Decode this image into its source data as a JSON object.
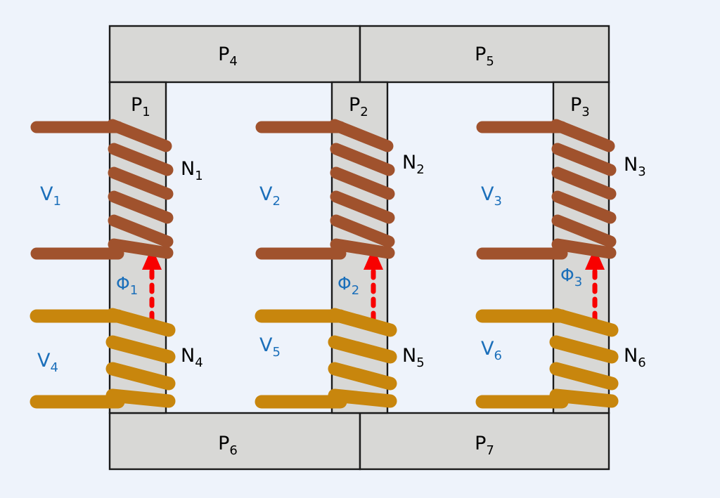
{
  "figure": {
    "type": "three-limb transformer magnetic circuit diagram",
    "background_color": "#eef3fb",
    "core_fill": "#d8d8d6",
    "core_stroke": "#1a1a1a",
    "primary_winding_color": "#a0522d",
    "secondary_winding_color": "#c8860d",
    "flux_color": "#f80000",
    "voltage_label_color": "#1b6fba",
    "turns_label_color": "#000000"
  },
  "core_sections": {
    "limbs": [
      {
        "id": "P1",
        "label": "P",
        "sub": "1"
      },
      {
        "id": "P2",
        "label": "P",
        "sub": "2"
      },
      {
        "id": "P3",
        "label": "P",
        "sub": "3"
      }
    ],
    "top_yokes": [
      {
        "id": "P4",
        "label": "P",
        "sub": "4"
      },
      {
        "id": "P5",
        "label": "P",
        "sub": "5"
      }
    ],
    "bottom_yokes": [
      {
        "id": "P6",
        "label": "P",
        "sub": "6"
      },
      {
        "id": "P7",
        "label": "P",
        "sub": "7"
      }
    ]
  },
  "windings": {
    "upper": [
      {
        "turns_label": "N",
        "turns_sub": "1",
        "voltage_label": "V",
        "voltage_sub": "1",
        "turn_count": 6,
        "color": "#a0522d"
      },
      {
        "turns_label": "N",
        "turns_sub": "2",
        "voltage_label": "V",
        "voltage_sub": "2",
        "turn_count": 6,
        "color": "#a0522d"
      },
      {
        "turns_label": "N",
        "turns_sub": "3",
        "voltage_label": "V",
        "voltage_sub": "3",
        "turn_count": 6,
        "color": "#a0522d"
      }
    ],
    "lower": [
      {
        "turns_label": "N",
        "turns_sub": "4",
        "voltage_label": "V",
        "voltage_sub": "4",
        "turn_count": 4,
        "color": "#c8860d"
      },
      {
        "turns_label": "N",
        "turns_sub": "5",
        "voltage_label": "V",
        "voltage_sub": "5",
        "turn_count": 4,
        "color": "#c8860d"
      },
      {
        "turns_label": "N",
        "turns_sub": "6",
        "voltage_label": "V",
        "voltage_sub": "6",
        "turn_count": 4,
        "color": "#c8860d"
      }
    ]
  },
  "flux_arrows": [
    {
      "label": "Φ",
      "sub": "1",
      "direction": "up"
    },
    {
      "label": "Φ",
      "sub": "2",
      "direction": "up"
    },
    {
      "label": "Φ",
      "sub": "3",
      "direction": "up"
    }
  ]
}
